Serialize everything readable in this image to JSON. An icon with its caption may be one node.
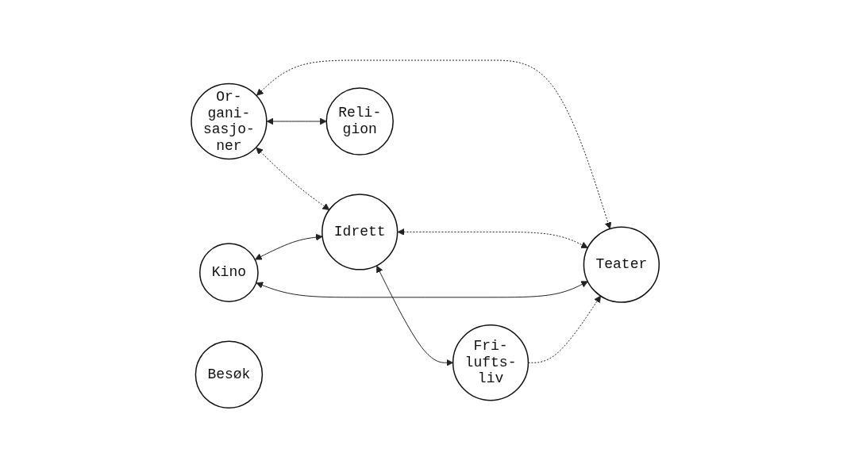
{
  "diagram": {
    "nodes": [
      {
        "text": [
          "Or- gani- sasjo- ner"
        ]
      },
      {
        "text": [
          "Idrett"
        ]
      },
      {
        "text": [
          "Kino"
        ]
      },
      {
        "text": [
          "Reli- gion"
        ]
      },
      {
        "text": [
          "Teater"
        ]
      },
      {
        "text": [
          "Fri- lufts- liv"
        ]
      },
      {
        "text": [
          "Besøk"
        ]
      }
    ],
    "edges": [
      {
        "from": 0,
        "to": 1,
        "arrow": "both",
        "style": "dashed"
      },
      {
        "from": 0,
        "to": 3,
        "arrow": "both"
      },
      {
        "from": 0,
        "to": 4,
        "arrow": "both",
        "style": "dashed"
      },
      {
        "from": 2,
        "to": 1,
        "arrow": "both"
      },
      {
        "from": 1,
        "to": 4,
        "arrow": "both",
        "style": "dashed"
      },
      {
        "from": 2,
        "to": 4,
        "arrow": "both"
      },
      {
        "from": 1,
        "to": 5,
        "arrow": "both"
      },
      {
        "from": 5,
        "to": 4,
        "arrow": "to",
        "style": "dashed"
      }
    ]
  }
}
